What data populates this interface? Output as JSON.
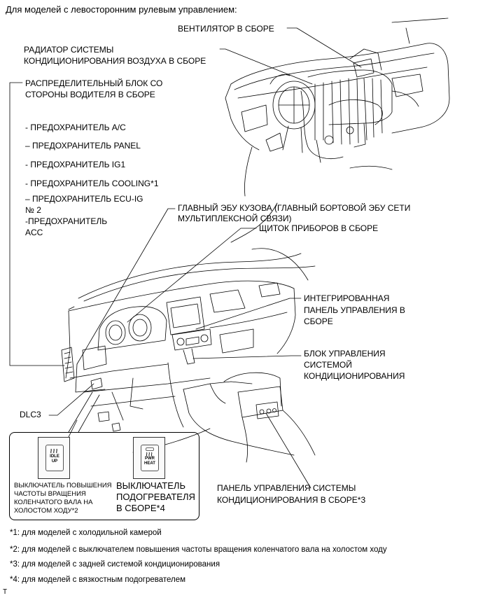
{
  "header": {
    "title": "Для моделей с левосторонним рулевым управлением:"
  },
  "labels": {
    "fan": "ВЕНТИЛЯТОР В СБОРЕ",
    "radiator_line1": "РАДИАТОР СИСТЕМЫ",
    "radiator_line2": "КОНДИЦИОНИРОВАНИЯ ВОЗДУХА В СБОРЕ",
    "junction_line1": "РАСПРЕДЕЛИТЕЛЬНЫЙ БЛОК СО",
    "junction_line2": "СТОРОНЫ ВОДИТЕЛЯ В СБОРЕ",
    "fuse_ac": "- ПРЕДОХРАНИТЕЛЬ A/C",
    "fuse_panel": "– ПРЕДОХРАНИТЕЛЬ PANEL",
    "fuse_ig1": "- ПРЕДОХРАНИТЕЛЬ IG1",
    "fuse_cooling": "- ПРЕДОХРАНИТЕЛЬ COOLING*1",
    "fuse_ecuig_line1": "– ПРЕДОХРАНИТЕЛЬ ECU-IG",
    "fuse_ecuig_line2": "№ 2",
    "fuse_acc_line1": "-ПРЕДОХРАНИТЕЛЬ",
    "fuse_acc_line2": "ACC",
    "main_ecu_line1": "ГЛАВНЫЙ ЭБУ КУЗОВА (ГЛАВНЫЙ БОРТОВОЙ ЭБУ СЕТИ",
    "main_ecu_line2": "МУЛЬТИПЛЕКСНОЙ СВЯЗИ)",
    "instrument": "ЩИТОК ПРИБОРОВ В СБОРЕ",
    "integrated_line1": "ИНТЕГРИРОВАННАЯ",
    "integrated_line2": "ПАНЕЛЬ УПРАВЛЕНИЯ В",
    "integrated_line3": "СБОРЕ",
    "ac_amp_line1": "БЛОК УПРАВЛЕНИЯ",
    "ac_amp_line2": "СИСТЕМОЙ",
    "ac_amp_line3": "КОНДИЦИОНИРОВАНИЯ",
    "dlc3": "DLC3",
    "rear_panel_line1": "ПАНЕЛЬ УПРАВЛЕНИЯ СИСТЕМЫ",
    "rear_panel_line2": "КОНДИЦИОНИРОВАНИЯ В СБОРЕ*3"
  },
  "inset": {
    "idle_switch_icon_text1": "IDLE",
    "idle_switch_icon_text2": "UP",
    "idle_label_line1": "ВЫКЛЮЧАТЕЛЬ ПОВЫШЕНИЯ",
    "idle_label_line2": "ЧАСТОТЫ ВРАЩЕНИЯ",
    "idle_label_line3": "КОЛЕНЧАТОГО ВАЛА НА",
    "idle_label_line4": "ХОЛОСТОМ ХОДУ*2",
    "heater_switch_icon_text1": "PWR",
    "heater_switch_icon_text2": "HEAT",
    "heater_label_line1": "ВЫКЛЮЧАТЕЛЬ",
    "heater_label_line2": "ПОДОГРЕВАТЕЛЯ",
    "heater_label_line3": "В СБОРЕ*4"
  },
  "footnotes": [
    "*1: для моделей с холодильной камерой",
    "*2: для моделей с выключателем повышения частоты вращения коленчатого вала на холостом ходу",
    "*3: для моделей с задней системой кондиционирования",
    "*4: для моделей с вязкостным подогревателем"
  ],
  "corner_mark": "T",
  "icons": [
    "heater-coil-icon",
    "heater-coil-icon"
  ]
}
